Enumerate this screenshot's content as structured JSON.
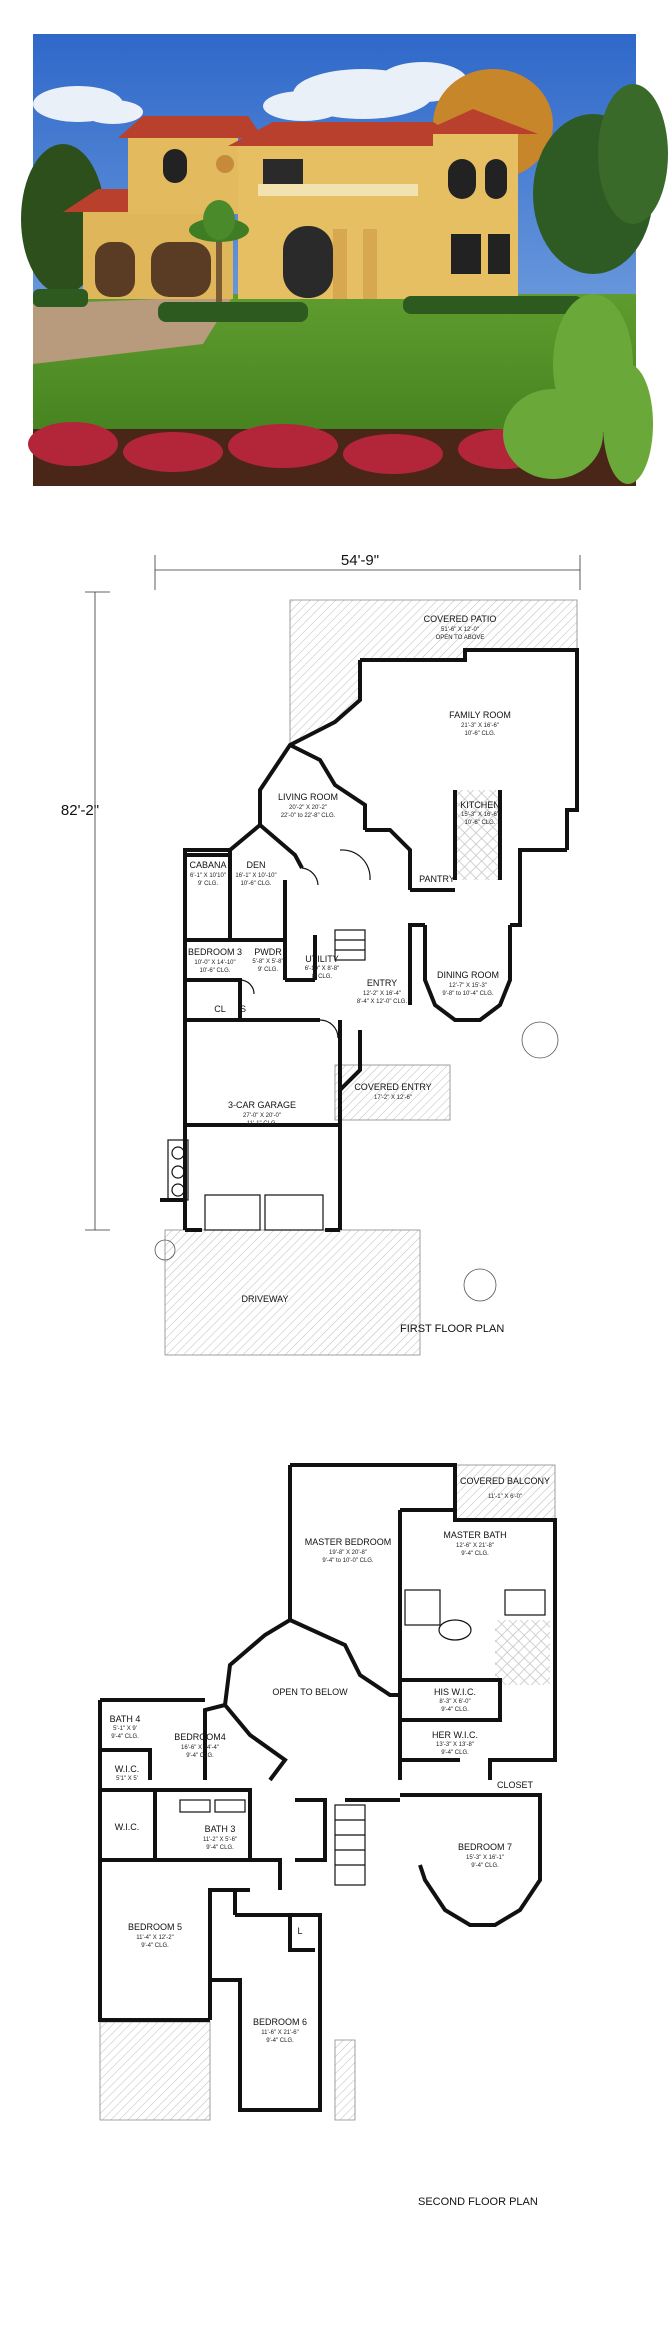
{
  "first_floor": {
    "width_dim": "54'-9\"",
    "depth_dim": "82'-2\"",
    "caption": "FIRST FLOOR PLAN",
    "rooms": {
      "covered_patio": {
        "name": "COVERED PATIO",
        "size": "51'-6\" X 12'-0\"",
        "note": "OPEN TO ABOVE"
      },
      "family_room": {
        "name": "FAMILY ROOM",
        "size": "21'-3\" X 16'-6\"",
        "note": "10'-6\" CLG."
      },
      "living_room": {
        "name": "LIVING ROOM",
        "size": "20'-2\" X 20'-2\"",
        "note": "22'-0\" to 22'-8\" CLG."
      },
      "kitchen": {
        "name": "KITCHEN",
        "size": "15'-3\" X 16'-6\"",
        "note": "10'-6\" CLG."
      },
      "den": {
        "name": "DEN",
        "size": "16'-1\" X 10'-10\"",
        "note": "10'-6\" CLG."
      },
      "cabana": {
        "name": "CABANA",
        "size": "6'-1\" X 10'10\"",
        "note": "9' CLG."
      },
      "pantry": {
        "name": "PANTRY"
      },
      "bedroom3": {
        "name": "BEDROOM 3",
        "size": "10'-0\" X 14'-10\"",
        "note": "10'-6\" CLG."
      },
      "pwdr": {
        "name": "PWDR",
        "size": "5'-8\" X 5'-8\"",
        "note": "9' CLG."
      },
      "utility": {
        "name": "UTILITY",
        "size": "6'-10\" X 8'-8\"",
        "note": "8' CLG."
      },
      "entry": {
        "name": "ENTRY",
        "size": "12'-2\" X 16'-4\"",
        "note": "8'-4\" X 12'-0\" CLG."
      },
      "dining_room": {
        "name": "DINING ROOM",
        "size": "12'-7\" X 15'-3\"",
        "note": "9'-8\" to 10'-4\" CLG."
      },
      "cl": {
        "name": "CL"
      },
      "s": {
        "name": "S"
      },
      "covered_entry": {
        "name": "COVERED ENTRY",
        "size": "17'-2\" X 12'-6\""
      },
      "garage": {
        "name": "3-CAR GARAGE",
        "size": "27'-0\" X 20'-0\"",
        "note": "11'-1\" CLG."
      },
      "driveway": {
        "name": "DRIVEWAY"
      }
    }
  },
  "second_floor": {
    "caption": "SECOND FLOOR PLAN",
    "rooms": {
      "master_bedroom": {
        "name": "MASTER BEDROOM",
        "size": "19'-8\" X 20'-8\"",
        "note": "9'-4\" to 10'-0\" CLG."
      },
      "covered_balcony": {
        "name": "COVERED BALCONY",
        "size": "11'-1\" X 6'-0\""
      },
      "master_bath": {
        "name": "MASTER BATH",
        "size": "12'-6\" X 21'-8\"",
        "note": "9'-4\" CLG."
      },
      "open_to_below": {
        "name": "OPEN TO BELOW"
      },
      "his_wic": {
        "name": "HIS W.I.C.",
        "size": "8'-3\" X 6'-0\"",
        "note": "9'-4\" CLG."
      },
      "her_wic": {
        "name": "HER W.I.C.",
        "size": "13'-3\" X 13'-8\"",
        "note": "9'-4\" CLG."
      },
      "bath4": {
        "name": "BATH 4",
        "size": "5'-1\" X 9'",
        "note": "9'-4\" CLG."
      },
      "bedroom4": {
        "name": "BEDROOM4",
        "size": "16'-6\" X 14'-4\"",
        "note": "9'-4\" CLG."
      },
      "wic1": {
        "name": "W.I.C.",
        "size": "5'1\" X 5'"
      },
      "closet": {
        "name": "CLOSET"
      },
      "wic2": {
        "name": "W.I.C."
      },
      "bath3": {
        "name": "BATH 3",
        "size": "11'-2\" X 5'-6\"",
        "note": "9'-4\" CLG."
      },
      "bedroom7": {
        "name": "BEDROOM 7",
        "size": "15'-3\" X 16'-1\"",
        "note": "9'-4\" CLG."
      },
      "bedroom5": {
        "name": "BEDROOM 5",
        "size": "11'-4\" X 12'-2\"",
        "note": "9'-4\" CLG."
      },
      "l": {
        "name": "L"
      },
      "bedroom6": {
        "name": "BEDROOM 6",
        "size": "11'-6\" X 21'-6\"",
        "note": "9'-4\" CLG."
      }
    }
  }
}
